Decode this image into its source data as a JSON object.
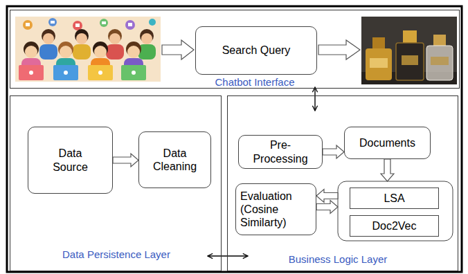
{
  "diagram": {
    "nodes": [
      {
        "text": [
          "Chatbot Interface"
        ]
      },
      {
        "text": [
          "Search Query"
        ],
        "in": 0
      },
      {
        "text": [
          "Data Persistence Layer"
        ]
      },
      {
        "text": [
          "Data Source"
        ],
        "in": 2
      },
      {
        "text": [
          "Data Cleaning"
        ],
        "in": 2
      },
      {
        "text": [
          "Business Logic Layer"
        ]
      },
      {
        "text": [
          "Pre-Processing"
        ],
        "in": 5
      },
      {
        "text": [
          "Documents"
        ],
        "in": 5
      },
      {
        "text": [
          "Evaluation (Cosine Similarty)"
        ],
        "in": 5
      },
      {
        "text": [
          "LSA"
        ],
        "in": 5
      },
      {
        "text": [
          "Doc2Vec"
        ],
        "in": 5
      }
    ],
    "edges": [
      {
        "from": 0,
        "to": 5,
        "arrow": "both"
      },
      {
        "from": 2,
        "to": 5,
        "arrow": "both"
      },
      {
        "from": 3,
        "to": 4,
        "arrow": "to"
      },
      {
        "from": 6,
        "to": 7,
        "arrow": "to"
      },
      {
        "from": 7,
        "to": 9,
        "arrow": "to"
      },
      {
        "from": 9,
        "to": 8,
        "arrow": "to"
      },
      {
        "from": 8,
        "to": 9,
        "arrow": "to"
      }
    ]
  }
}
